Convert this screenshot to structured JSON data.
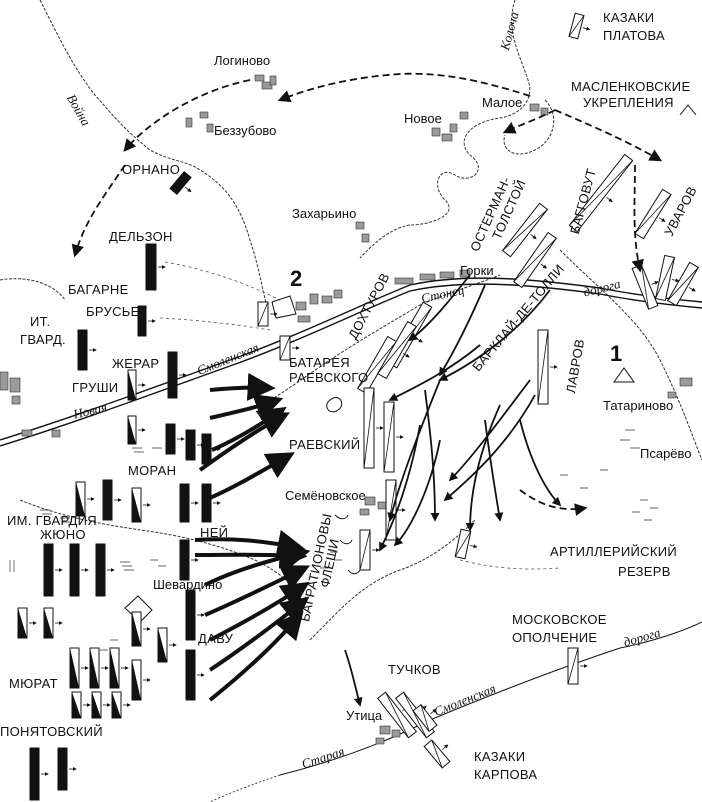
{
  "map": {
    "colors": {
      "ink": "#111111",
      "river": "#333333",
      "building": "#9a9a9a",
      "background": "#ffffff"
    },
    "numbers": {
      "n1": "1",
      "n2": "2"
    },
    "rivers": {
      "voyna": "Война",
      "kolocha": "Колоча",
      "stonets": "Стонец"
    },
    "roads": {
      "novaya": "Новая",
      "smolenskaya_new": "Смоленская",
      "doroga_new": "дорога",
      "staraya": "Старая",
      "smolenskaya_old": "Смоленская",
      "doroga_old": "дорога"
    },
    "villages": {
      "loginovo": "Логиново",
      "bezzubovo": "Беззубово",
      "novoe": "Новое",
      "maloe": "Малое",
      "zakharino": "Захарьино",
      "gorki": "Горки",
      "tatarinovo": "Татариново",
      "psarevo": "Псарёво",
      "semenovskoe": "Семёновское",
      "shevardino": "Шевардино",
      "utitsa": "Утица"
    },
    "french": {
      "ornano": "ОРНАНО",
      "delzon": "ДЕЛЬЗОН",
      "bagarne": "БАГАРНЕ",
      "it": "ИТ.",
      "gvard": "ГВАРД.",
      "brusie": "БРУСЬЕ",
      "zherar": "ЖЕРАР",
      "grushi": "ГРУШИ",
      "moran": "МОРАН",
      "im_gvardiya": "ИМ. ГВАРДИЯ",
      "zhyuno": "ЖЮНО",
      "ney": "НЕЙ",
      "davu": "ДАВУ",
      "murat": "МЮРАТ",
      "ponyatovsky": "ПОНЯТОВСКИЙ"
    },
    "russian": {
      "kazaki": "КАЗАКИ",
      "platova": "ПЛАТОВА",
      "maslenkovskie": "МАСЛЕНКОВСКИЕ",
      "ukrepleniya": "УКРЕПЛЕНИЯ",
      "uvarov": "УВАРОВ",
      "osterman": "ОСТЕРМАН-",
      "tolstoy": "ТОЛСТОЙ",
      "baggovut": "БАГГОВУТ",
      "dokhturov": "ДОХТУРОВ",
      "barklay": "БАРКЛАЙ-ДЕ-ТОЛЛИ",
      "lavrov": "ЛАВРОВ",
      "batareya": "БАТАРЕЯ",
      "raevskogo": "РАЕВСКОГО",
      "raevsky": "РАЕВСКИЙ",
      "bagrationovy": "БАГРАТИОНОВЫ",
      "fleshi": "ФЛЕШИ",
      "artilleriysky": "АРТИЛЛЕРИЙСКИЙ",
      "rezerv": "РЕЗЕРВ",
      "moskovskoe": "МОСКОВСКОЕ",
      "opolchenie": "ОПОЛЧЕНИЕ",
      "tuchkov": "ТУЧКОВ",
      "kazaki_2": "КАЗАКИ",
      "karpova": "КАРПОВА"
    }
  }
}
